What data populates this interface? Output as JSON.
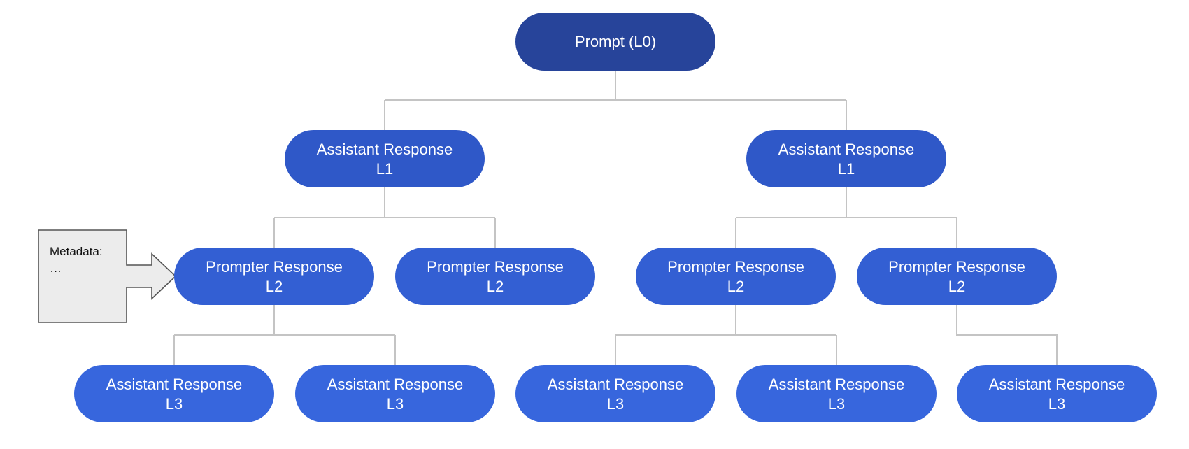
{
  "colors": {
    "root_fill": "#27449a",
    "level1_fill": "#2f58c8",
    "level2_fill": "#335fd3",
    "level3_fill": "#3766dd",
    "connector": "#c4c4c4",
    "node_text": "#ffffff",
    "callout_fill": "#ececec",
    "callout_stroke": "#555555"
  },
  "tree": {
    "root": {
      "line1": "Prompt (L0)",
      "line2": ""
    },
    "level1": [
      {
        "line1": "Assistant Response",
        "line2": "L1"
      },
      {
        "line1": "Assistant Response",
        "line2": "L1"
      }
    ],
    "level2": [
      {
        "line1": "Prompter Response",
        "line2": "L2"
      },
      {
        "line1": "Prompter Response",
        "line2": "L2"
      },
      {
        "line1": "Prompter Response",
        "line2": "L2"
      },
      {
        "line1": "Prompter Response",
        "line2": "L2"
      }
    ],
    "level3": [
      {
        "line1": "Assistant Response",
        "line2": "L3"
      },
      {
        "line1": "Assistant Response",
        "line2": "L3"
      },
      {
        "line1": "Assistant Response",
        "line2": "L3"
      },
      {
        "line1": "Assistant Response",
        "line2": "L3"
      },
      {
        "line1": "Assistant Response",
        "line2": "L3"
      }
    ]
  },
  "callout": {
    "line1": "Metadata:",
    "line2": "…"
  }
}
